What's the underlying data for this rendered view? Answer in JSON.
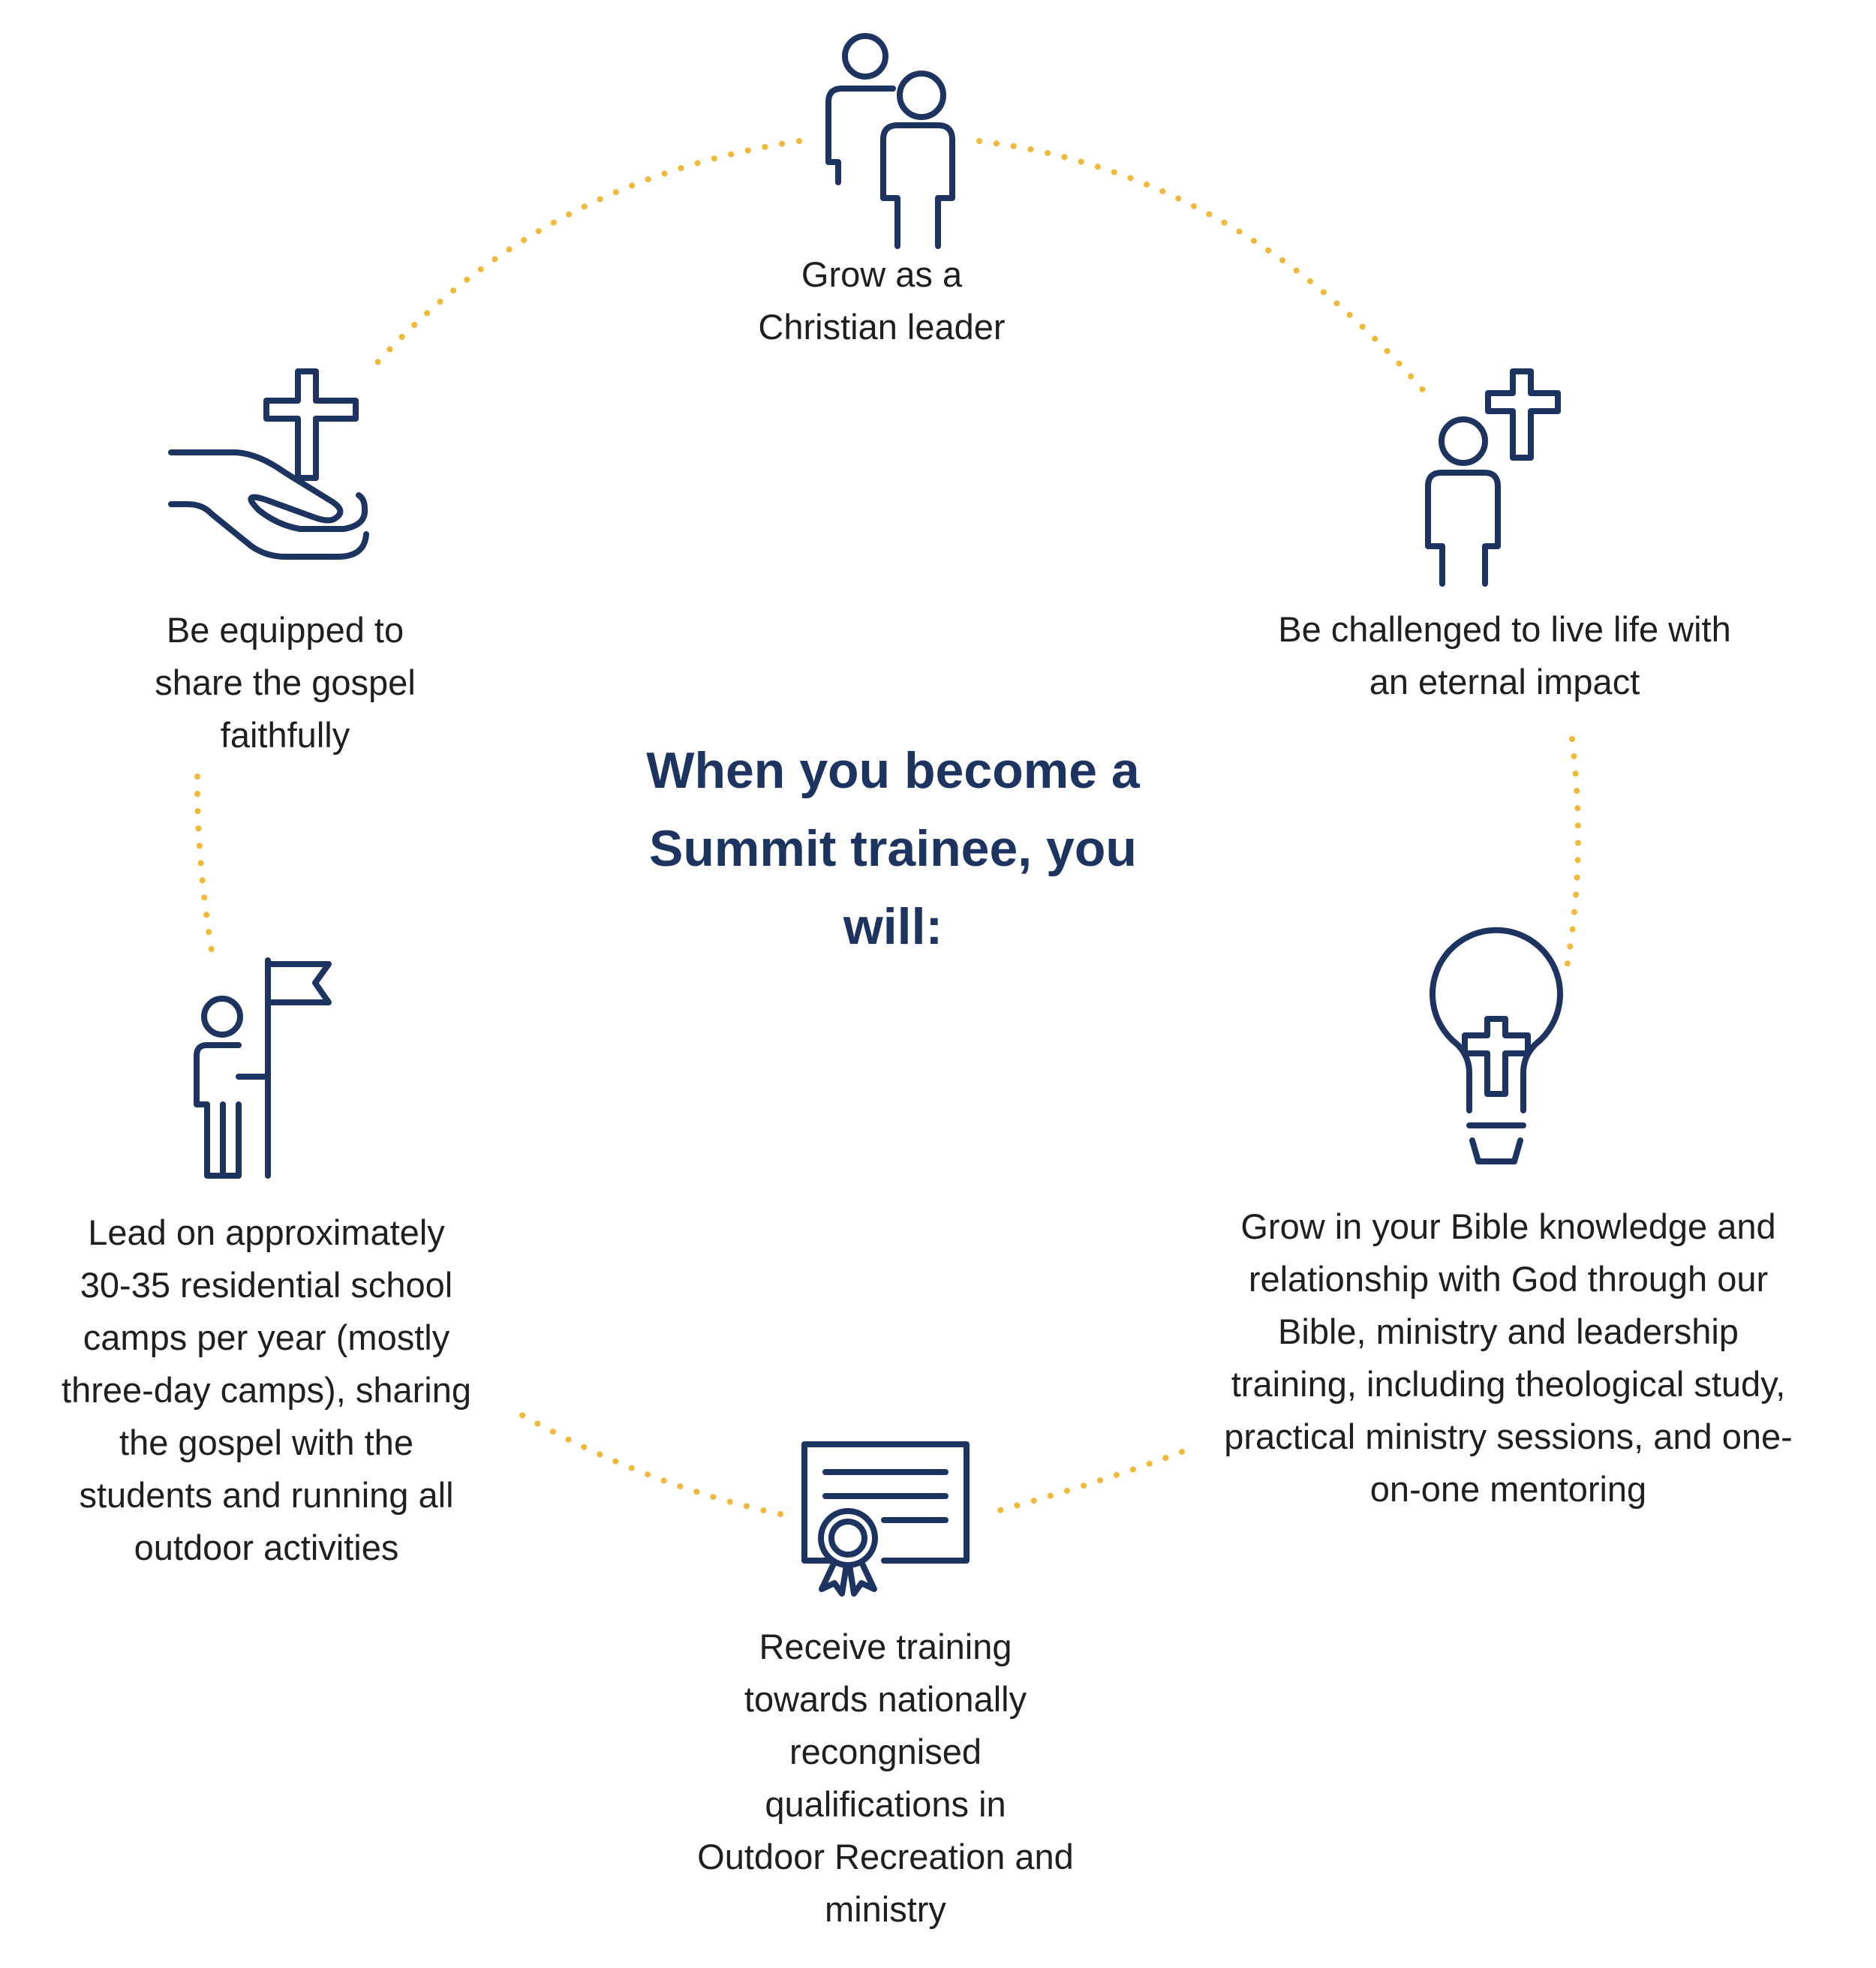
{
  "colors": {
    "icon": "#1d3461",
    "title": "#1d3461",
    "dots": "#f0b93a",
    "text": "#1f1f1f"
  },
  "title": "When you become a\nSummit trainee, you\nwill:",
  "items": [
    {
      "icon": "two-people-icon",
      "text": "Grow as a\nChristian leader"
    },
    {
      "icon": "person-with-cross-icon",
      "text": "Be challenged to live life with\nan eternal impact"
    },
    {
      "icon": "lightbulb-cross-icon",
      "text": "Grow in your Bible knowledge and\nrelationship with God through our\nBible, ministry and leadership\ntraining, including theological study,\npractical ministry sessions, and one-\non-one mentoring"
    },
    {
      "icon": "certificate-icon",
      "text": "Receive training\ntowards nationally\nrecongnised\nqualifications in\nOutdoor Recreation and\nministry"
    },
    {
      "icon": "person-with-flag-icon",
      "text": "Lead on approximately\n30-35 residential school\ncamps per year (mostly\nthree-day camps), sharing\nthe gospel with the\nstudents and running all\noutdoor activities"
    },
    {
      "icon": "hand-with-cross-icon",
      "text": "Be equipped to\nshare the gospel\nfaithfully"
    }
  ]
}
